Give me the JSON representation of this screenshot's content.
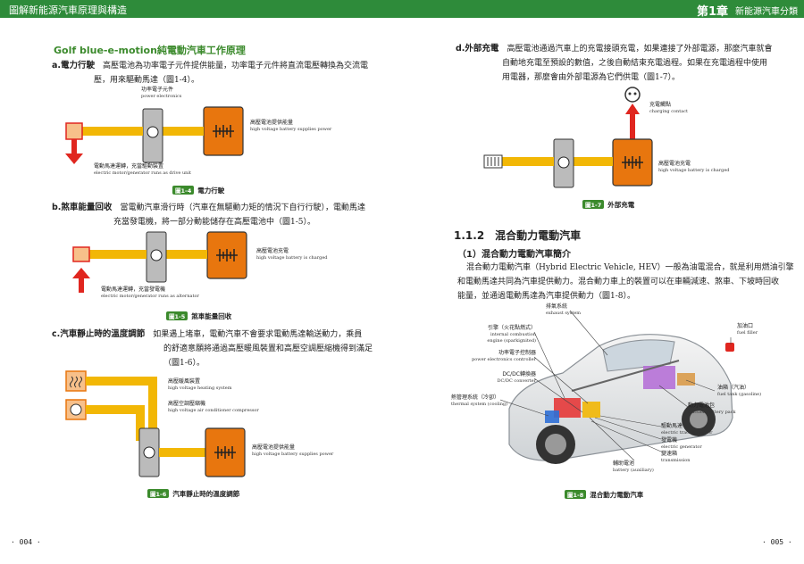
{
  "header": {
    "left": "圖解新能源汽車原理與構造",
    "chapter": "第1章",
    "right": "新能源汽車分類"
  },
  "left": {
    "section_title": "Golf blue-e-motion純電動汽車工作原理",
    "a": {
      "label": "a.電力行駛",
      "text1": "高壓電池為功率電子元件提供能量，功率電子元件將直流電壓轉換為交流電",
      "text2": "壓，用來驅動馬達（圖1-4）。"
    },
    "fig4": {
      "pe_cn": "功率電子元件",
      "pe_en": "power electronics",
      "bat_cn": "高壓電池提供能量",
      "bat_en": "high voltage battery supplies power",
      "motor_cn": "電動馬達運轉，充當驅動裝置",
      "motor_en": "electric motor/generator runs as drive unit",
      "tag": "圖1-4",
      "caption": "電力行駛"
    },
    "b": {
      "label": "b.煞車能量回收",
      "text1": "當電動汽車滑行時（汽車在無驅動力矩的情況下自行行駛），電動馬達",
      "text2": "充當發電機，將一部分動能儲存在高壓電池中（圖1-5）。"
    },
    "fig5": {
      "bat_cn": "高壓電池充電",
      "bat_en": "high voltage battery is charged",
      "motor_cn": "電動馬達運轉，充當發電機",
      "motor_en": "electric motor/generator runs as alternator",
      "tag": "圖1-5",
      "caption": "煞車能量回收"
    },
    "c": {
      "label": "c.汽車靜止時的溫度調節",
      "text1": "如果遇上堵車，電動汽車不會要求電動馬達輸送動力，乘員",
      "text2": "的舒適意願將通過高壓暖風裝置和高壓空調壓縮機得到滿足",
      "text3": "（圖1-6）。"
    },
    "fig6": {
      "heat_cn": "高壓暖風裝置",
      "heat_en": "high voltage heating system",
      "ac_cn": "高壓空調壓縮機",
      "ac_en": "high voltage air conditioner compressor",
      "bat_cn": "高壓電池提供能量",
      "bat_en": "high voltage battery supplies power",
      "tag": "圖1-6",
      "caption": "汽車靜止時的溫度調節"
    },
    "page": "· 004 ·"
  },
  "right": {
    "d": {
      "label": "d.外部充電",
      "text1": "高壓電池通過汽車上的充電接頭充電，如果連接了外部電源，那麼汽車就會",
      "text2": "自動地充電至預設的數值，之後自動結束充電過程。如果在充電過程中使用",
      "text3": "用電器，那麼會由外部電源為它們供電（圖1-7）。"
    },
    "fig7": {
      "plug_cn": "充電觸點",
      "plug_en": "charging contact",
      "bat_cn": "高壓電池充電",
      "bat_en": "high voltage battery is charged",
      "tag": "圖1-7",
      "caption": "外部充電"
    },
    "h2": "1.1.2　混合動力電動汽車",
    "h3": "（1）混合動力電動汽車簡介",
    "p1": "混合動力電動汽車（Hybrid Electric Vehicle, HEV）一般為油電混合，就是利用燃油引擎",
    "p2": "和電動馬達共同為汽車提供動力。混合動力車上的裝置可以在車輛減速、煞車、下坡時回收",
    "p3": "能量，並通過電動馬達為汽車提供動力（圖1-8）。",
    "fig8": {
      "exhaust_cn": "排氣系統",
      "exhaust_en": "exhaust system",
      "engine_cn": "引擎（火花點燃式）",
      "engine_en1": "internal combustion",
      "engine_en2": "engine (sparkignited)",
      "pec_cn": "功率電子控制器",
      "pec_en": "power electronics controller",
      "dcdc_cn": "DC/DC轉換器",
      "dcdc_en": "DC/DC converter",
      "cool_cn": "熱管理系統（冷卻）",
      "cool_en": "thermal system (cooling)",
      "filler_cn": "加油口",
      "filler_en": "fuel filler",
      "tank_cn": "油箱（汽油）",
      "tank_en": "fuel tank (gasoline)",
      "pack_cn": "動力電池包",
      "pack_en": "traction battery pack",
      "motor_cn": "驅動馬達",
      "motor_en": "electric traction motor",
      "gen_cn": "發電機",
      "gen_en": "electric generator",
      "trans_cn": "變速箱",
      "trans_en": "transmission",
      "aux_cn": "輔助電池",
      "aux_en": "battery (auxiliary)",
      "tag": "圖1-8",
      "caption": "混合動力電動汽車"
    },
    "page": "· 005 ·"
  },
  "colors": {
    "green": "#2e8b3a",
    "orange": "#e8760e",
    "yellow": "#f2b705",
    "red": "#e0261f"
  }
}
